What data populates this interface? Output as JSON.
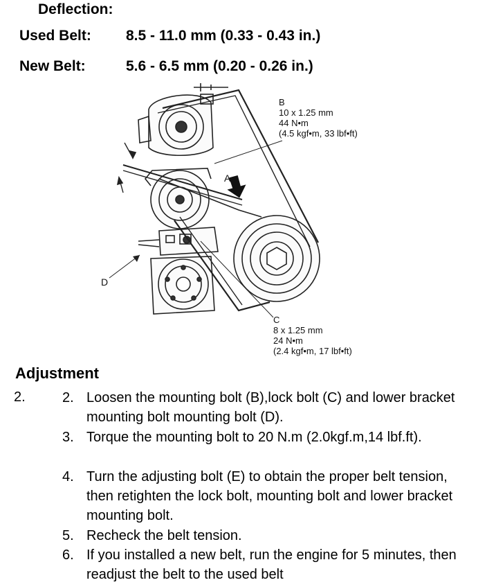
{
  "deflection": {
    "title": "Deflection:",
    "used_label": "Used Belt:",
    "used_value": "8.5 - 11.0 mm (0.33 - 0.43 in.)",
    "new_label": "New Belt:",
    "new_value": "5.6 - 6.5 mm (0.20 - 0.26 in.)"
  },
  "diagram": {
    "label_a": "A",
    "label_b": "B",
    "label_b_lines": [
      "10 x 1.25 mm",
      "44 N•m",
      "(4.5 kgf•m, 33 lbf•ft)"
    ],
    "label_c": "C",
    "label_c_lines": [
      "8 x 1.25 mm",
      "24 N•m",
      "(2.4 kgf•m, 17 lbf•ft)"
    ],
    "label_d": "D"
  },
  "adjustment": {
    "title": "Adjustment",
    "outer_number": "2.",
    "steps": [
      {
        "num": "2.",
        "text": "Loosen the mounting bolt (B),lock bolt (C) and lower bracket mounting bolt mounting bolt (D)."
      },
      {
        "num": "3.",
        "text": "Torque the mounting bolt to 20 N.m (2.0kgf.m,14 lbf.ft)."
      },
      {
        "num": "4.",
        "text": "Turn the adjusting bolt (E) to obtain the proper belt tension, then retighten the lock bolt, mounting bolt and lower bracket mounting bolt."
      },
      {
        "num": "5.",
        "text": "Recheck the belt tension."
      },
      {
        "num": "6.",
        "text": "If you installed a new belt, run the engine for 5 minutes, then readjust the belt to the used belt"
      }
    ]
  }
}
